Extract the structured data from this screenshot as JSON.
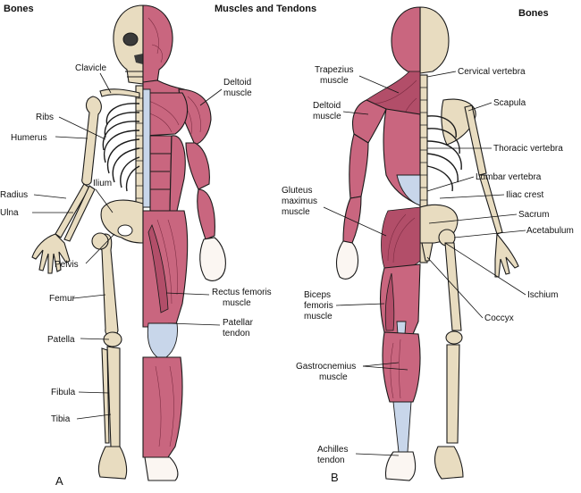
{
  "headers": {
    "bones_front": "Bones",
    "muscles_tendons": "Muscles and Tendons",
    "bones_back": "Bones"
  },
  "panels": {
    "a": "A",
    "b": "B"
  },
  "front_labels": {
    "clavicle": "Clavicle",
    "ribs": "Ribs",
    "humerus": "Humerus",
    "radius": "Radius",
    "ulna": "Ulna",
    "ilium": "Ilium",
    "pelvis": "Pelvis",
    "femur": "Femur",
    "patella": "Patella",
    "fibula": "Fibula",
    "tibia": "Tibia",
    "deltoid": [
      "Deltoid",
      "muscle"
    ],
    "rectus_femoris": [
      "Rectus femoris",
      "muscle"
    ],
    "patellar_tendon": [
      "Patellar",
      "tendon"
    ]
  },
  "back_labels": {
    "trapezius": [
      "Trapezius",
      "muscle"
    ],
    "deltoid": [
      "Deltoid",
      "muscle"
    ],
    "gluteus": [
      "Gluteus",
      "maximus",
      "muscle"
    ],
    "biceps_femoris": [
      "Biceps",
      "femoris",
      "muscle"
    ],
    "gastrocnemius": [
      "Gastrocnemius",
      "muscle"
    ],
    "achilles": [
      "Achilles",
      "tendon"
    ],
    "cervical": "Cervical vertebra",
    "scapula": "Scapula",
    "thoracic": "Thoracic vertebra",
    "lumbar": "Lumbar vertebra",
    "iliac_crest": "Iliac crest",
    "sacrum": "Sacrum",
    "acetabulum": "Acetabulum",
    "ischium": "Ischium",
    "coccyx": "Coccyx"
  },
  "colors": {
    "muscle": "#c9667f",
    "bone": "#e8dcc0",
    "tendon": "#c8d6ea",
    "skin": "#fbf6f2"
  }
}
